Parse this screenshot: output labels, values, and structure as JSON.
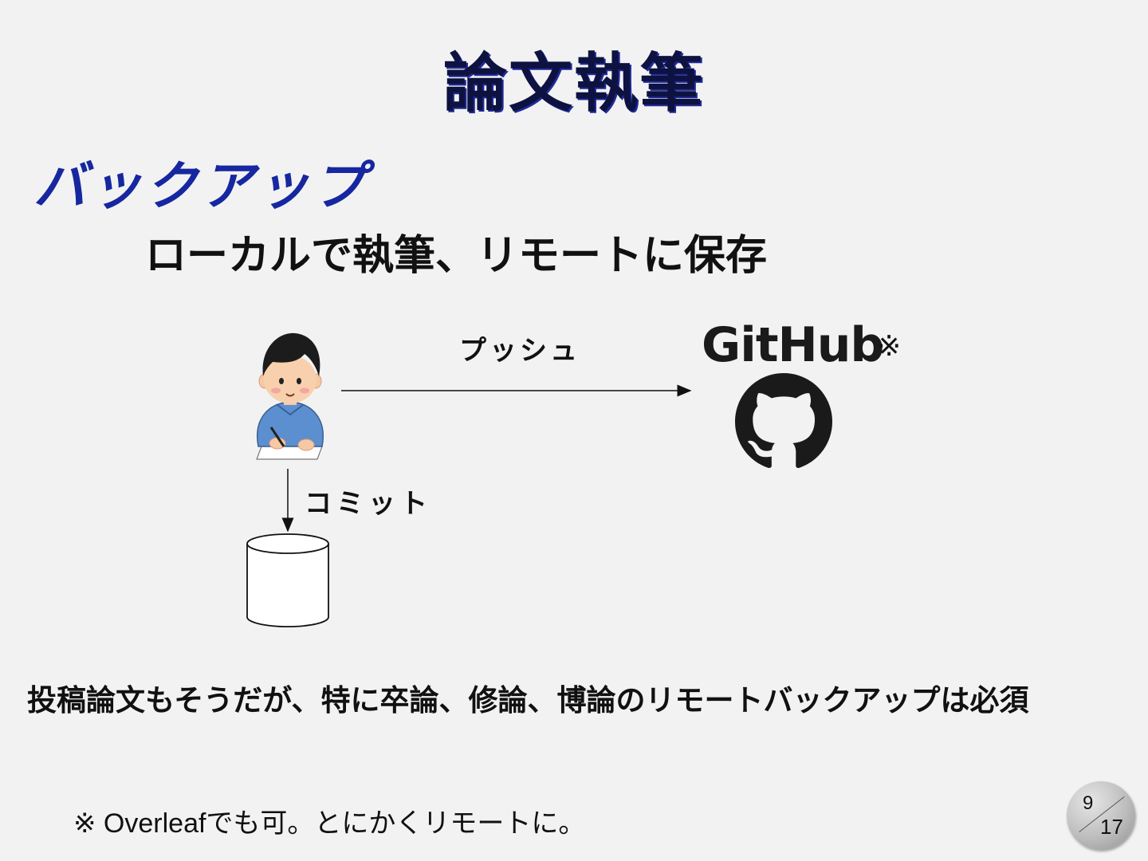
{
  "slide": {
    "title": "論文執筆",
    "section_heading": "バックアップ",
    "sub_heading": "ローカルで執筆、リモートに保存"
  },
  "diagram": {
    "push_label": "プッシュ",
    "commit_label": "コミット",
    "github_wordmark": "GitHub",
    "note_mark": "※"
  },
  "body_text": "投稿論文もそうだが、特に卒論、修論、博論のリモートバックアップは必須",
  "footnote": "※ Overleafでも可。とにかくリモートに。",
  "page": {
    "current": "9",
    "total": "17"
  },
  "colors": {
    "background": "#f2f2f2",
    "title": "#0d1240",
    "section_heading": "#1627a0",
    "person_shirt": "#5b8fd0",
    "github_logo": "#1a1a1a"
  },
  "icons": [
    "person-writing-icon",
    "github-octocat-icon",
    "database-cylinder-icon"
  ]
}
